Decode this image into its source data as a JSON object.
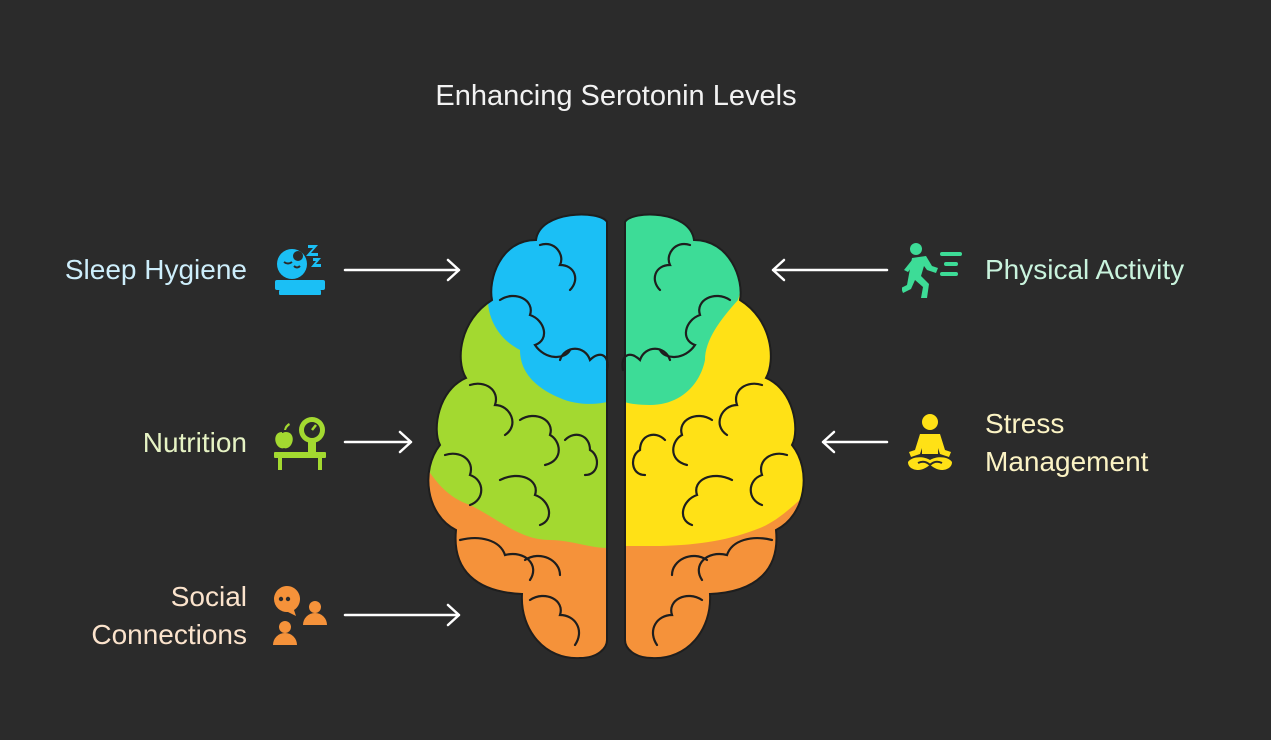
{
  "title": "Enhancing Serotonin Levels",
  "colors": {
    "background": "#2b2b2b",
    "sleep": "#1bbff5",
    "physical": "#3ddc97",
    "nutrition": "#a3d930",
    "stress": "#ffe116",
    "social": "#f5923a",
    "arrow": "#ffffff",
    "outline": "#1e1e1e"
  },
  "items": {
    "sleep": {
      "lines": [
        "Sleep Hygiene"
      ],
      "icon": "sleep-icon"
    },
    "physical": {
      "lines": [
        "Physical Activity"
      ],
      "icon": "running-person-icon"
    },
    "nutrition": {
      "lines": [
        "Nutrition"
      ],
      "icon": "apple-scale-icon"
    },
    "stress": {
      "lines": [
        "Stress",
        "Management"
      ],
      "icon": "meditation-icon"
    },
    "social": {
      "lines": [
        "Social",
        "Connections"
      ],
      "icon": "conversation-people-icon"
    }
  }
}
